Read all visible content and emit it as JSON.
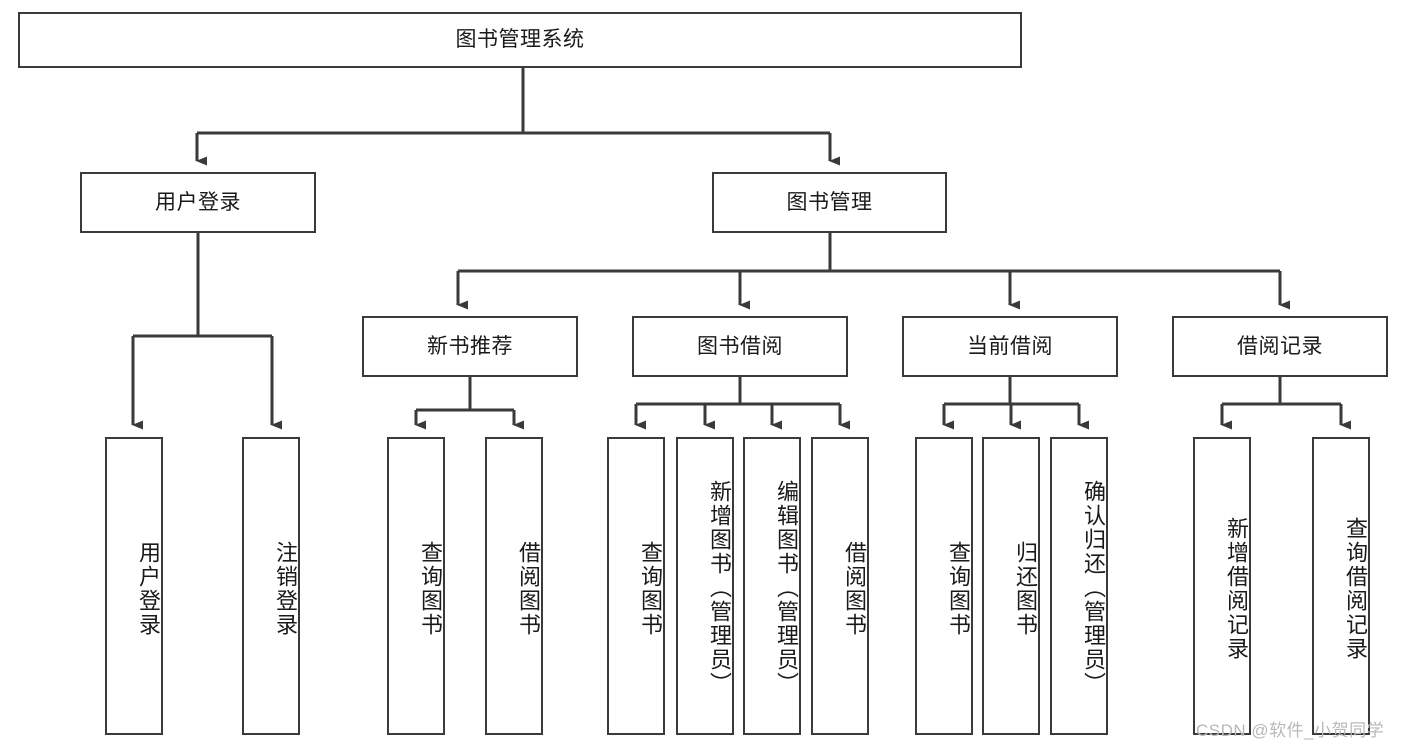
{
  "diagram": {
    "type": "tree-hierarchy-chart",
    "title": "图书管理系统",
    "line_color": "#3a3a3a",
    "box_fill": "#ffffff",
    "text_color": "#1a1a1a",
    "root": {
      "label": "图书管理系统",
      "orientation": "horizontal"
    },
    "level2": [
      {
        "label": "用户登录",
        "orientation": "horizontal"
      },
      {
        "label": "图书管理",
        "orientation": "horizontal"
      }
    ],
    "level3": [
      {
        "label": "新书推荐",
        "orientation": "horizontal"
      },
      {
        "label": "图书借阅",
        "orientation": "horizontal"
      },
      {
        "label": "当前借阅",
        "orientation": "horizontal"
      },
      {
        "label": "借阅记录",
        "orientation": "horizontal"
      }
    ],
    "leaves": {
      "user_login": [
        {
          "label": "用户登录",
          "orientation": "vertical"
        },
        {
          "label": "注销登录",
          "orientation": "vertical"
        }
      ],
      "new_book_recommend": [
        {
          "label": "查询图书",
          "orientation": "vertical"
        },
        {
          "label": "借阅图书",
          "orientation": "vertical"
        }
      ],
      "book_borrow": [
        {
          "label": "查询图书",
          "orientation": "vertical"
        },
        {
          "label": "新增图书（管理员）",
          "orientation": "vertical"
        },
        {
          "label": "编辑图书（管理员）",
          "orientation": "vertical"
        },
        {
          "label": "借阅图书",
          "orientation": "vertical"
        }
      ],
      "current_borrow": [
        {
          "label": "查询图书",
          "orientation": "vertical"
        },
        {
          "label": "归还图书",
          "orientation": "vertical"
        },
        {
          "label": "确认归还（管理员）",
          "orientation": "vertical"
        }
      ],
      "borrow_record": [
        {
          "label": "新增借阅记录",
          "orientation": "vertical"
        },
        {
          "label": "查询借阅记录",
          "orientation": "vertical"
        }
      ]
    }
  },
  "watermark": {
    "text": "CSDN @软件_小贺同学"
  }
}
